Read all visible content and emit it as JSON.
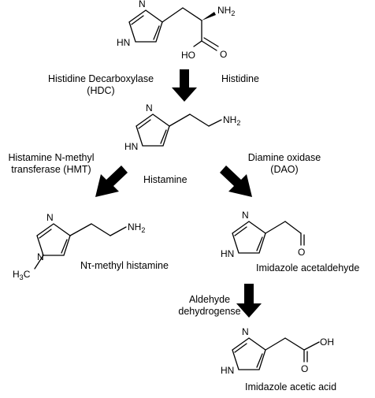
{
  "title": "",
  "molecules": {
    "histidine": {
      "name": "Histidine",
      "atoms": {
        "n_top": "N",
        "nh": "HN",
        "nh2_head": "NH",
        "nh2_sub": "2",
        "oh": "HO",
        "o": "O"
      }
    },
    "histamine": {
      "name": "Histamine",
      "atoms": {
        "n_top": "N",
        "nh": "HN",
        "nh2_head": "NH",
        "nh2_sub": "2"
      }
    },
    "methylhistamine": {
      "name_prefix": "N",
      "name_tau": "τ",
      "name_suffix": "-methyl histamine",
      "atoms": {
        "n_top": "N",
        "n_ring": "N",
        "h3c_head": "H",
        "h3c_sub": "3",
        "h3c_tail": "C",
        "nh2_head": "NH",
        "nh2_sub": "2"
      }
    },
    "aldehyde": {
      "name": "Imidazole acetaldehyde",
      "atoms": {
        "n_top": "N",
        "nh": "HN",
        "o": "O"
      }
    },
    "acid": {
      "name": "Imidazole acetic acid",
      "atoms": {
        "n_top": "N",
        "nh": "HN",
        "oh": "OH",
        "o": "O"
      }
    }
  },
  "enzymes": {
    "hdc": {
      "line1": "Histidine Decarboxylase",
      "line2": "(HDC)"
    },
    "hmt": {
      "line1": "Histamine N-methyl",
      "line2": "transferase (HMT)"
    },
    "dao": {
      "line1": "Diamine oxidase",
      "line2": "(DAO)"
    },
    "aldh": {
      "line1": "Aldehyde",
      "line2": "dehydrogense"
    }
  }
}
